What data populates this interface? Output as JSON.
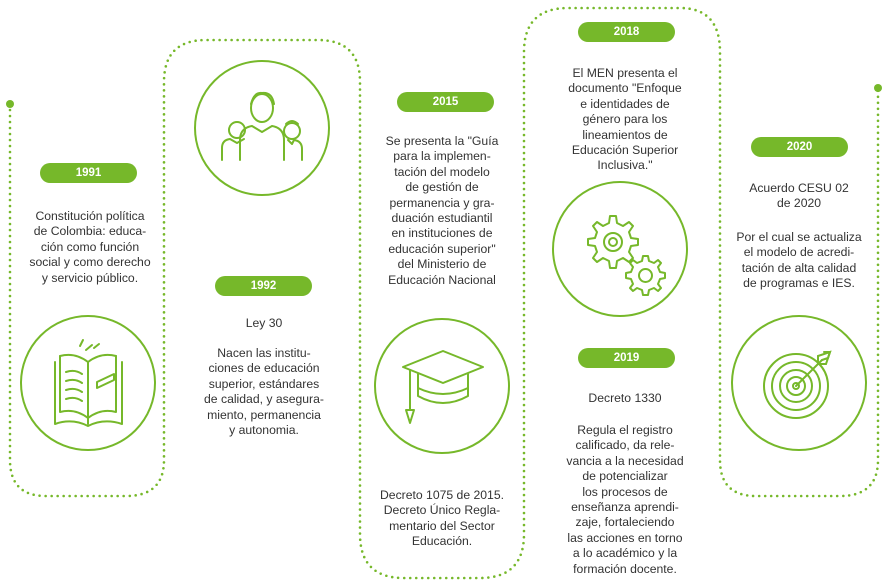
{
  "accent_color": "#76b82a",
  "text_color": "#333333",
  "milestones": [
    {
      "year": "1991",
      "text": "Constitución política de Colombia: educación como función social y como derecho y servicio público.",
      "text_lines": [
        "Constitución política",
        "de Colombia: educa-",
        "ción como función",
        "social y como derecho",
        "y servicio público."
      ],
      "icon": "open-book-icon"
    },
    {
      "year": "1992",
      "title": "Ley 30",
      "text": "Nacen las instituciones de educación superior, estándares de calidad, y aseguramiento, permanencia y autonomia.",
      "text_lines": [
        "Nacen las institu-",
        "ciones de educación",
        "superior, estándares",
        "de calidad, y asegura-",
        "miento, permanencia",
        "y autonomia."
      ],
      "icon": "people-group-icon"
    },
    {
      "year": "2015",
      "text": "Se presenta la \"Guía para la implementación del modelo de gestión de permanencia y graduación estudiantil en instituciones de educación superior\" del Ministerio de Educación Nacional",
      "text_lines": [
        "Se presenta la \"Guía",
        "para la implemen-",
        "tación del modelo",
        "de gestión de",
        "permanencia y gra-",
        "duación estudiantil",
        "en instituciones de",
        "educación superior\"",
        "del Ministerio de",
        "Educación Nacional"
      ],
      "decree": "Decreto 1075 de 2015. Decreto Único Reglamentario del Sector Educación.",
      "decree_lines": [
        "Decreto 1075 de 2015.",
        "Decreto Único Regla-",
        "mentario del Sector",
        "Educación."
      ],
      "icon": "graduation-cap-icon"
    },
    {
      "year": "2018",
      "text": "El MEN presenta el documento \"Enfoque e identidades de género para los lineamientos de Educación Superior Inclusiva.\"",
      "text_lines": [
        "El MEN presenta el",
        "documento \"Enfoque",
        "e identidades de",
        "género para los",
        "lineamientos de",
        "Educación Superior",
        "Inclusiva.\""
      ],
      "icon": "gears-icon"
    },
    {
      "year": "2019",
      "title": "Decreto 1330",
      "text": "Regula el registro calificado, da relevancia a la necesidad de potencializar los procesos de enseñanza aprendizaje, fortaleciendo las acciones en torno a lo académico y la formación docente.",
      "text_lines": [
        "Regula el registro",
        "calificado, da rele-",
        "vancia a la necesidad",
        "de potencializar",
        "los procesos de",
        "enseñanza aprendi-",
        "zaje, fortaleciendo",
        "las acciones en torno",
        "a lo académico y la",
        "formación docente."
      ]
    },
    {
      "year": "2020",
      "title_lines": [
        "Acuerdo CESU 02",
        "de 2020"
      ],
      "text": "Por el cual se actualiza el modelo de acreditación de alta calidad de programas e IES.",
      "text_lines": [
        "Por el cual se actualiza",
        "el modelo de acredi-",
        "tación de alta calidad",
        "de programas e IES."
      ],
      "icon": "target-arrow-icon"
    }
  ]
}
